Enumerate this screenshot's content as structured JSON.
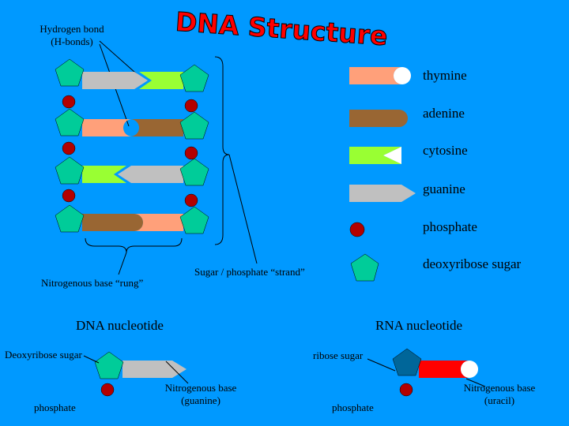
{
  "title": "DNA Structure",
  "hbond_label": [
    "Hydrogen bond",
    "(H-bonds)"
  ],
  "legend": [
    {
      "key": "thymine",
      "label": "thymine"
    },
    {
      "key": "adenine",
      "label": "adenine"
    },
    {
      "key": "cytosine",
      "label": "cytosine"
    },
    {
      "key": "guanine",
      "label": "guanine"
    },
    {
      "key": "phosphate",
      "label": "phosphate"
    },
    {
      "key": "deoxyribose",
      "label": "deoxyribose sugar"
    }
  ],
  "strand_label": "Sugar / phosphate “strand”",
  "rung_label": "Nitrogenous base “rung”",
  "dna_nucleotide": {
    "heading": "DNA nucleotide",
    "sugar": "Deoxyribose sugar",
    "phosphate": "phosphate",
    "base": [
      "Nitrogenous base",
      "(guanine)"
    ]
  },
  "rna_nucleotide": {
    "heading": "RNA nucleotide",
    "sugar": "ribose sugar",
    "phosphate": "phosphate",
    "base": [
      "Nitrogenous base",
      "(uracil)"
    ]
  },
  "colors": {
    "background": "#0099ff",
    "thymine": "#ffa07a",
    "adenine": "#996633",
    "cytosine": "#99ff33",
    "guanine": "#c0c0c0",
    "phosphate": "#b30000",
    "deoxyribose": "#00cc99",
    "ribose": "#006699",
    "uracil": "#ff0000",
    "title": "#ff0000"
  }
}
